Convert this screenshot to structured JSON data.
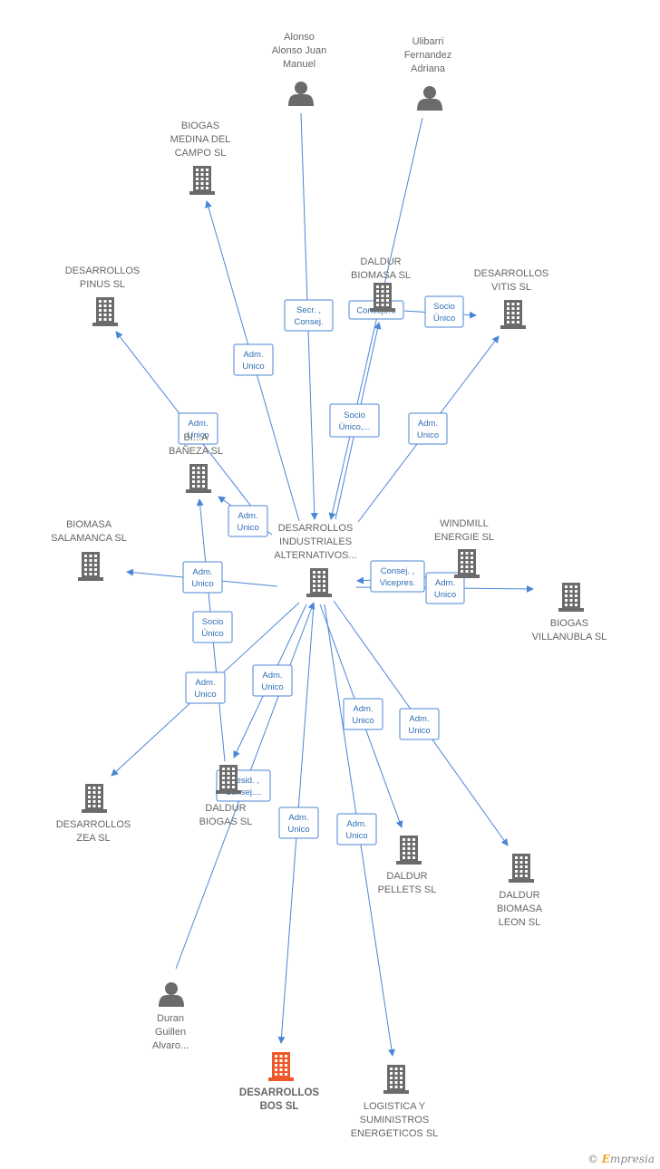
{
  "nodes": [
    {
      "id": "center",
      "type": "company",
      "label": [
        "DESARROLLOS",
        "INDUSTRIALES",
        "ALTERNATIVOS..."
      ]
    },
    {
      "id": "alonso",
      "type": "person",
      "label": [
        "Alonso",
        "Alonso Juan",
        "Manuel"
      ]
    },
    {
      "id": "ulibarri",
      "type": "person",
      "label": [
        "Ulibarri",
        "Fernandez",
        "Adriana"
      ]
    },
    {
      "id": "biogas_medina",
      "type": "company",
      "label": [
        "BIOGAS",
        "MEDINA DEL",
        "CAMPO SL"
      ]
    },
    {
      "id": "dardur_biomasa",
      "type": "company",
      "label": [
        "DALDUR",
        "BIOMASA SL"
      ]
    },
    {
      "id": "des_vitis",
      "type": "company",
      "label": [
        "DESARROLLOS",
        "VITIS SL"
      ]
    },
    {
      "id": "des_pinus",
      "type": "company",
      "label": [
        "DESARROLLOS",
        "PINUS SL"
      ]
    },
    {
      "id": "bio_baneza",
      "type": "company",
      "label": [
        "BI...A",
        "BAÑEZA SL"
      ]
    },
    {
      "id": "bio_salamanca",
      "type": "company",
      "label": [
        "BIOMASA",
        "SALAMANCA SL"
      ]
    },
    {
      "id": "windmill",
      "type": "company",
      "label": [
        "WINDMILL",
        "ENERGIE SL"
      ]
    },
    {
      "id": "biogas_villanubla",
      "type": "company",
      "label": [
        "BIOGAS",
        "VILLANUBLA SL"
      ]
    },
    {
      "id": "des_zea",
      "type": "company",
      "label": [
        "DESARROLLOS",
        "ZEA SL"
      ]
    },
    {
      "id": "daldur_biogas",
      "type": "company",
      "label": [
        "DALDUR",
        "BIOGAS SL"
      ]
    },
    {
      "id": "daldur_pellets",
      "type": "company",
      "label": [
        "DALDUR",
        "PELLETS SL"
      ]
    },
    {
      "id": "daldur_leon",
      "type": "company",
      "label": [
        "DALDUR",
        "BIOMASA",
        "LEON SL"
      ]
    },
    {
      "id": "duran",
      "type": "person",
      "label": [
        "Duran",
        "Guillen",
        "Alvaro..."
      ]
    },
    {
      "id": "des_bos",
      "type": "company",
      "highlight": true,
      "label": [
        "DESARROLLOS",
        "BOS SL"
      ]
    },
    {
      "id": "logistica",
      "type": "company",
      "label": [
        "LOGISTICA Y",
        "SUMINISTROS",
        "ENERGETICOS SL"
      ]
    }
  ],
  "edges": [
    {
      "id": "e1",
      "label": [
        "Secr. ,",
        "Consej."
      ]
    },
    {
      "id": "e2",
      "label": [
        "Consejero"
      ]
    },
    {
      "id": "e3",
      "label": [
        "Socio",
        "Único,..."
      ]
    },
    {
      "id": "e4",
      "label": [
        "Socio",
        "Único"
      ]
    },
    {
      "id": "e5",
      "label": [
        "Adm.",
        "Unico"
      ]
    },
    {
      "id": "e6",
      "label": [
        "Adm.",
        "Unico"
      ]
    },
    {
      "id": "e7",
      "label": [
        "Adm.",
        "Unico"
      ]
    },
    {
      "id": "e8",
      "label": [
        "Adm.",
        "Unico"
      ]
    },
    {
      "id": "e9",
      "label": [
        "Adm.",
        "Unico"
      ]
    },
    {
      "id": "e10",
      "label": [
        "Socio",
        "Único"
      ]
    },
    {
      "id": "e11",
      "label": [
        "Consej. ,",
        "Vicepres."
      ]
    },
    {
      "id": "e12",
      "label": [
        "Adm.",
        "Unico"
      ]
    },
    {
      "id": "e13",
      "label": [
        "Adm.",
        "Unico"
      ]
    },
    {
      "id": "e14",
      "label": [
        "Adm.",
        "Unico"
      ]
    },
    {
      "id": "e15",
      "label": [
        "Presid. ,",
        "Consej...."
      ]
    },
    {
      "id": "e16",
      "label": [
        "Adm.",
        "Unico"
      ]
    },
    {
      "id": "e17",
      "label": [
        "Adm.",
        "Unico"
      ]
    },
    {
      "id": "e18",
      "label": [
        "Adm.",
        "Unico"
      ]
    },
    {
      "id": "e19",
      "label": [
        "Adm.",
        "Unico"
      ]
    }
  ],
  "colors": {
    "edge": "#4a86d6",
    "icon": "#6b6b6b",
    "highlight": "#f0582a"
  },
  "footer": {
    "copyright": "©",
    "brand_initial": "E",
    "brand_rest": "mpresia"
  }
}
